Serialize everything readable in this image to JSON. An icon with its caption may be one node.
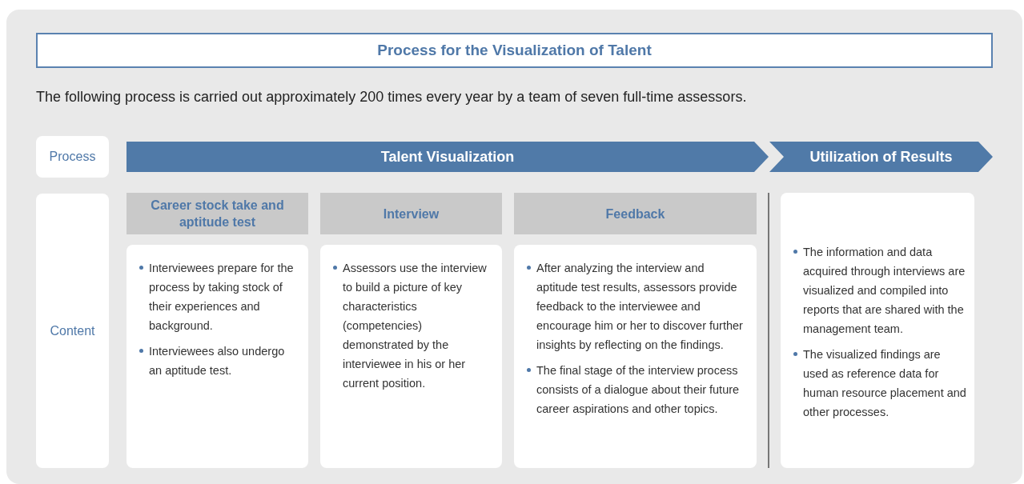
{
  "diagram": {
    "title": "Process for the Visualization of Talent",
    "nodes": [
      {
        "text": [
          "Process"
        ]
      },
      {
        "text": [
          "Talent Visualization"
        ]
      },
      {
        "text": [
          "Utilization of Results"
        ]
      },
      {
        "text": [
          "Content"
        ]
      },
      {
        "text": [
          "Career stock take and aptitude test"
        ]
      },
      {
        "text": [
          "Interviewees prepare for the process by taking stock of their experiences and background.",
          "Interviewees also undergo an aptitude test."
        ]
      },
      {
        "text": [
          "Interview"
        ]
      },
      {
        "text": [
          "Assessors use the interview to build a picture of key characteristics (competencies) demonstrated by the interviewee in his or her current position."
        ]
      },
      {
        "text": [
          "Feedback"
        ]
      },
      {
        "text": [
          "After analyzing the interview and aptitude test results, assessors provide feedback to the interviewee and encourage him or her to discover further insights by reflecting on the findings.",
          "The final stage of the interview process consists of a dialogue about their future career aspirations and other topics."
        ]
      },
      {
        "text": [
          "The information and data acquired through interviews are visualized and compiled into reports that are shared with the management team.",
          "The visualized findings are used as reference data for human resource placement and other processes."
        ]
      }
    ],
    "labels": [
      "The following process is carried out approximately 200 times every year by a team of seven full-time assessors."
    ]
  }
}
